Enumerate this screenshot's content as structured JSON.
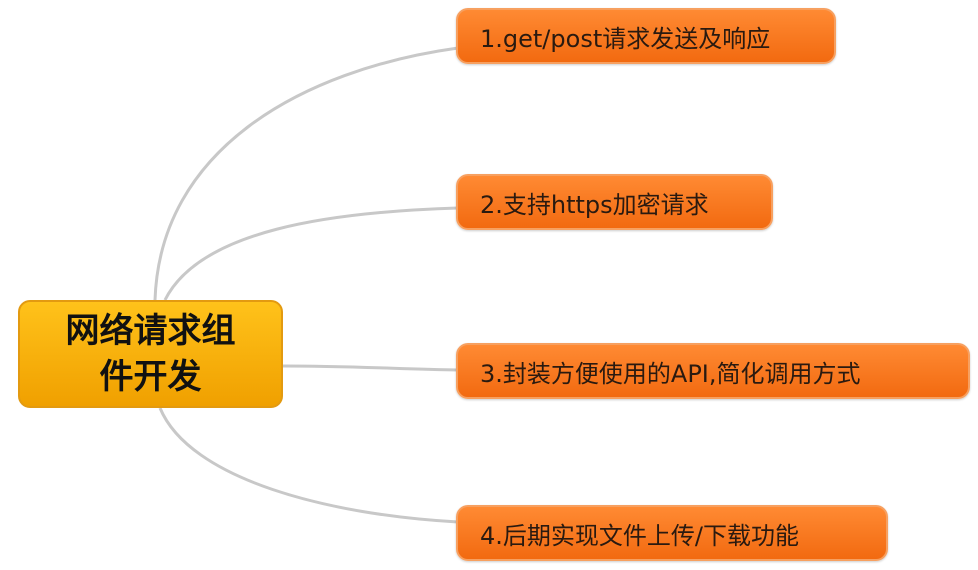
{
  "root": {
    "label": "网络请求组件开发",
    "color": "#f5ac10"
  },
  "children": [
    {
      "label": "1.get/post请求发送及响应"
    },
    {
      "label": "2.支持https加密请求"
    },
    {
      "label": "3.封装方便使用的API,简化调用方式"
    },
    {
      "label": "4.后期实现文件上传/下载功能"
    }
  ],
  "child_color": "#f57520",
  "link_color": "#c8c8c8"
}
